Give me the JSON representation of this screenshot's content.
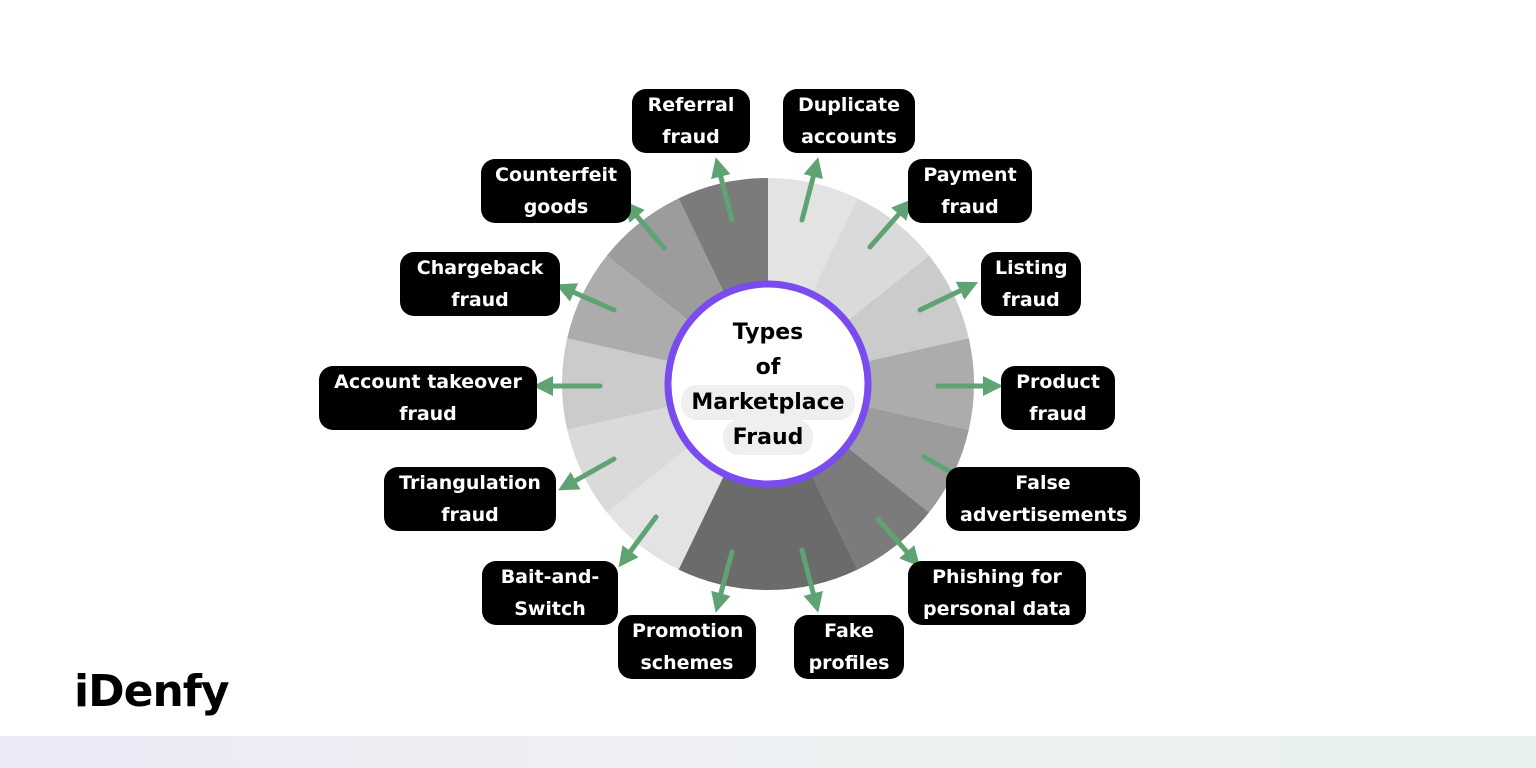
{
  "center": {
    "line1": "Types",
    "line2": "of",
    "line3": "Marketplace",
    "line4": "Fraud"
  },
  "labels": [
    {
      "lines": [
        "Referral",
        "fraud"
      ]
    },
    {
      "lines": [
        "Duplicate",
        "accounts"
      ]
    },
    {
      "lines": [
        "Payment",
        "fraud"
      ]
    },
    {
      "lines": [
        "Listing",
        "fraud"
      ]
    },
    {
      "lines": [
        "Product",
        "fraud"
      ]
    },
    {
      "lines": [
        "False",
        "advertisements"
      ]
    },
    {
      "lines": [
        "Phishing for",
        "personal data"
      ]
    },
    {
      "lines": [
        "Fake",
        "profiles"
      ]
    },
    {
      "lines": [
        "Promotion",
        "schemes"
      ]
    },
    {
      "lines": [
        "Bait-and-",
        "Switch"
      ]
    },
    {
      "lines": [
        "Triangulation",
        "fraud"
      ]
    },
    {
      "lines": [
        "Account takeover",
        "fraud"
      ]
    },
    {
      "lines": [
        "Chargeback",
        "fraud"
      ]
    },
    {
      "lines": [
        "Counterfeit",
        "goods"
      ]
    }
  ],
  "brand": "iDenfy",
  "colors": {
    "ring": "#7a4cf0",
    "arrow": "#5fa374",
    "label_bg": "#000000",
    "label_text": "#ffffff"
  }
}
